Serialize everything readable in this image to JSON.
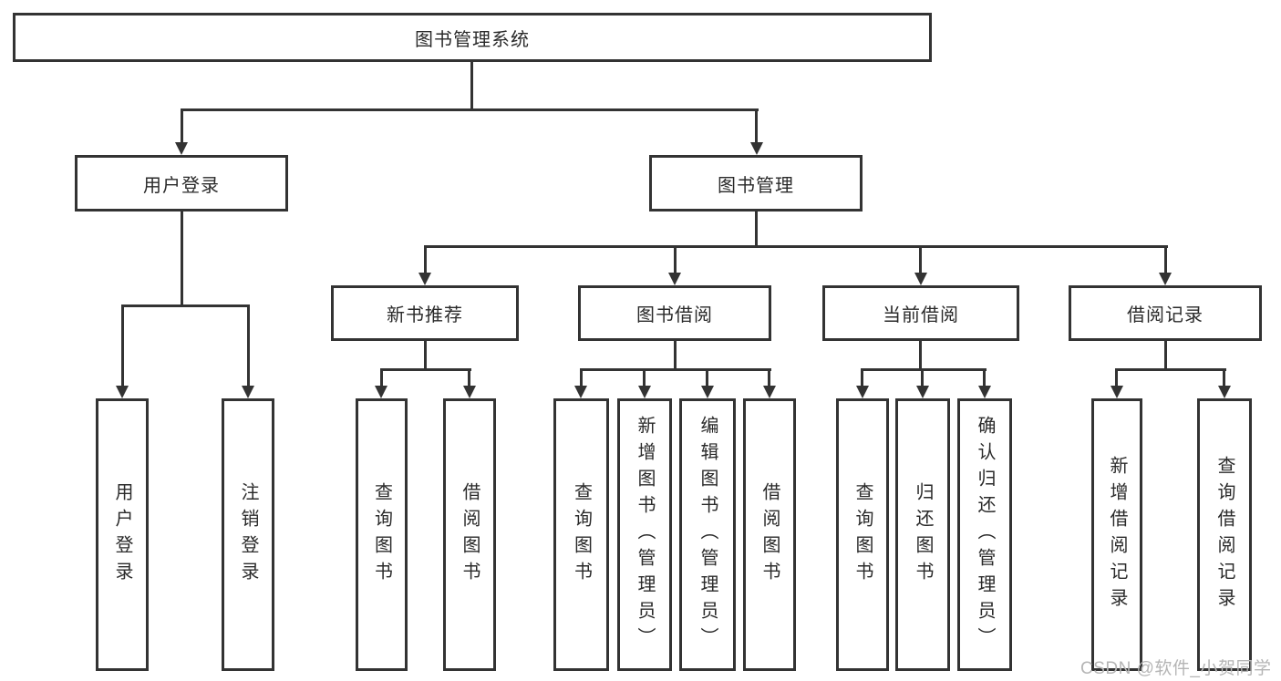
{
  "diagram_title": "图书管理系统",
  "tree": {
    "label": "图书管理系统",
    "children": [
      {
        "label": "用户登录",
        "children": [
          {
            "label": "用户登录"
          },
          {
            "label": "注销登录"
          }
        ]
      },
      {
        "label": "图书管理",
        "children": [
          {
            "label": "新书推荐",
            "children": [
              {
                "label": "查询图书"
              },
              {
                "label": "借阅图书"
              }
            ]
          },
          {
            "label": "图书借阅",
            "children": [
              {
                "label": "查询图书"
              },
              {
                "label": "新增图书（管理员）"
              },
              {
                "label": "编辑图书（管理员）"
              },
              {
                "label": "借阅图书"
              }
            ]
          },
          {
            "label": "当前借阅",
            "children": [
              {
                "label": "查询图书"
              },
              {
                "label": "归还图书"
              },
              {
                "label": "确认归还（管理员）"
              }
            ]
          },
          {
            "label": "借阅记录",
            "children": [
              {
                "label": "新增借阅记录"
              },
              {
                "label": "查询借阅记录"
              }
            ]
          }
        ]
      }
    ]
  },
  "watermark": {
    "text": "CSDN @软件_小贺同学"
  },
  "colors": {
    "line": "#333333",
    "text": "#2a2a2a",
    "box_fill": "#ffffff",
    "background": "#ffffff",
    "watermark": "#b5b5b5"
  }
}
